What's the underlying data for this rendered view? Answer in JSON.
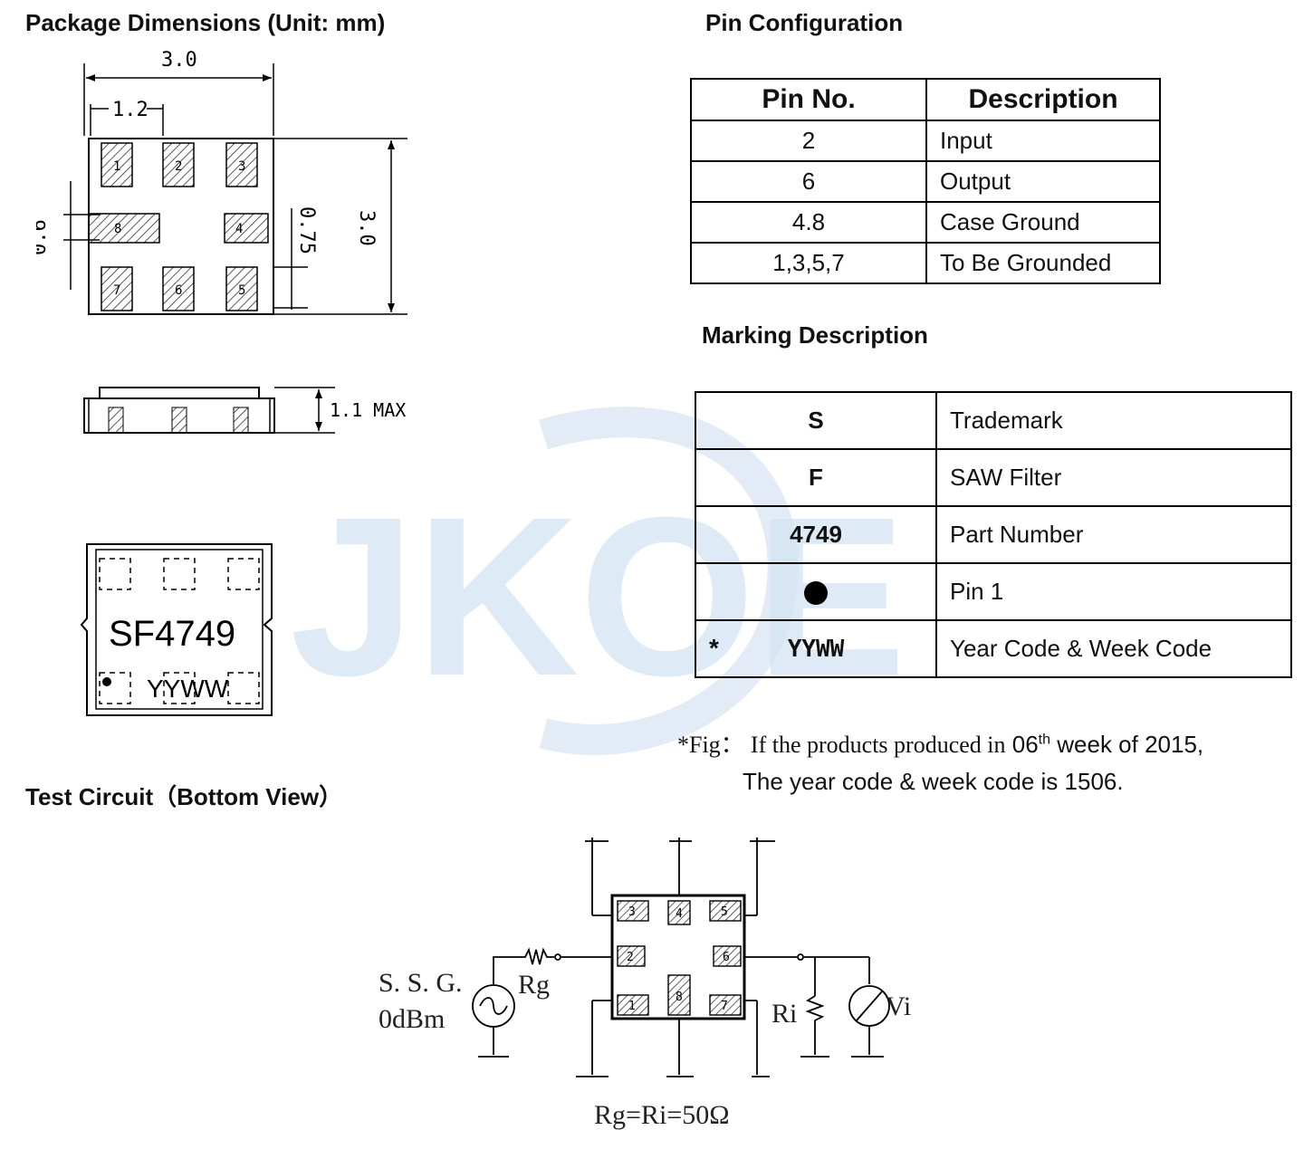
{
  "headings": {
    "package": "Package Dimensions (Unit: mm)",
    "pin_config": "Pin Configuration",
    "marking": "Marking Description",
    "test_circuit": "Test Circuit（Bottom View）"
  },
  "package_drawing": {
    "width_dim": "3.0",
    "pitch_dim": "1.2",
    "height_dim": "3.0",
    "pad_dim": "0.75",
    "pad_width_dim": "0.6",
    "thickness_dim": "1.1 MAX",
    "pads": [
      "1",
      "2",
      "3",
      "8",
      "4",
      "7",
      "6",
      "5"
    ]
  },
  "top_marking": {
    "part": "SF4749",
    "date": "YYWW"
  },
  "pin_table": {
    "headers": [
      "Pin No.",
      "Description"
    ],
    "rows": [
      {
        "pin": "2",
        "desc": "Input"
      },
      {
        "pin": "6",
        "desc": "Output"
      },
      {
        "pin": "4.8",
        "desc": "Case Ground"
      },
      {
        "pin": "1,3,5,7",
        "desc": "To Be Grounded"
      }
    ]
  },
  "marking_table": {
    "rows": [
      {
        "code": "S",
        "desc": "Trademark"
      },
      {
        "code": "F",
        "desc": "SAW Filter"
      },
      {
        "code": "4749",
        "desc": "Part Number"
      },
      {
        "code": "",
        "desc": "Pin 1"
      },
      {
        "code": "YYWW",
        "star": "*",
        "desc": "Year Code & Week Code"
      }
    ]
  },
  "note": {
    "fig_prefix": "*Fig：",
    "line1_a": "If the products produced in",
    "line1_b": "06",
    "line1_sup": "th",
    "line1_c": "week of 2015,",
    "line2": "The year code & week code is 1506."
  },
  "circuit": {
    "source_label": "S. S. G.",
    "source_level": "0dBm",
    "rg_label": "Rg",
    "ri_label": "Ri",
    "vi_label": "Vi",
    "equation": "Rg=Ri=50Ω",
    "pins": [
      "3",
      "4",
      "5",
      "2",
      "6",
      "1",
      "8",
      "7"
    ]
  },
  "watermark": {
    "text": "JKOE"
  },
  "colors": {
    "watermark": "#d6e6f4",
    "ink": "#111111"
  }
}
